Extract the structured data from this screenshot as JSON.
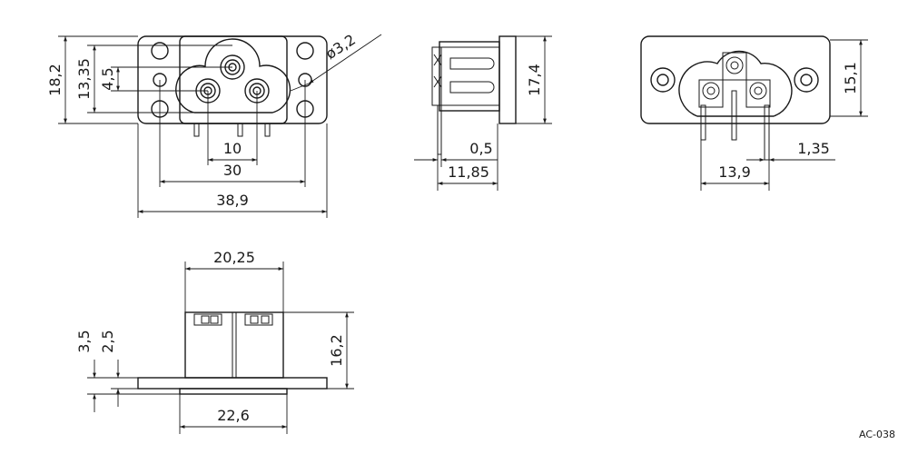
{
  "drawing_code": "AC-038",
  "dimensions": {
    "total_width": "38,9",
    "hole_spacing": "30",
    "pin_spacing": "10",
    "total_height": "18,2",
    "height_mid": "13,35",
    "height_small": "4,5",
    "hole_diameter": "ø3,2",
    "depth_height": "17,4",
    "pin_thickness": "0,5",
    "depth": "11,85",
    "back_height": "15,1",
    "back_pin": "1,35",
    "back_width": "13,9",
    "bottom_width": "20,25",
    "bottom_height": "16,2",
    "flange_3_5": "3,5",
    "flange_2_5": "2,5",
    "flange_width": "22,6"
  }
}
